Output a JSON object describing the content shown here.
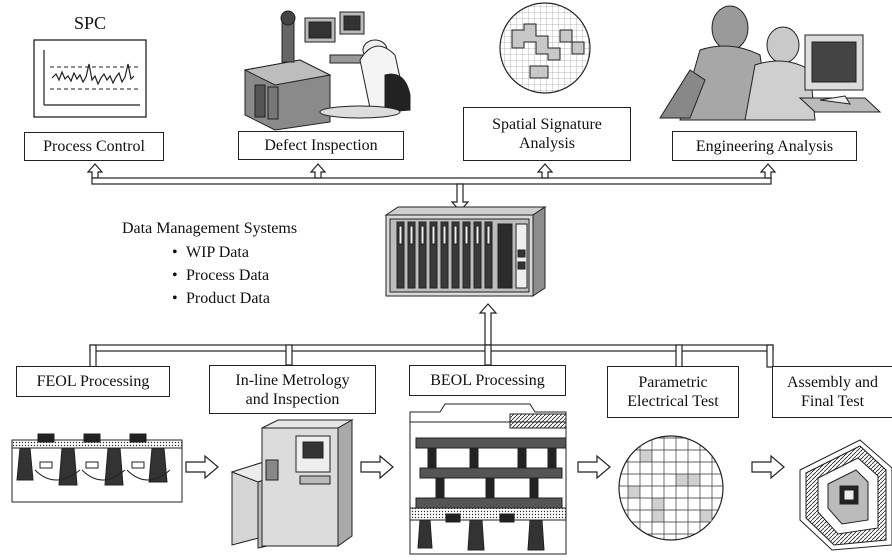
{
  "spc_label": "SPC",
  "top_boxes": {
    "process_control": "Process Control",
    "defect_inspection": "Defect Inspection",
    "spatial_line1": "Spatial Signature",
    "spatial_line2": "Analysis",
    "engineering_analysis": "Engineering Analysis"
  },
  "data_management": {
    "title": "Data Management Systems",
    "items": [
      "WIP Data",
      "Process Data",
      "Product Data"
    ]
  },
  "bottom_boxes": {
    "feol": "FEOL Processing",
    "metrology_line1": "In-line Metrology",
    "metrology_line2": "and Inspection",
    "beol": "BEOL Processing",
    "parametric_line1": "Parametric",
    "parametric_line2": "Electrical Test",
    "assembly_line1": "Assembly and",
    "assembly_line2": "Final Test"
  },
  "icons": [
    "spc-chart-icon",
    "inspection-workstation-icon",
    "wafer-map-icon",
    "engineers-computer-icon",
    "server-rack-icon",
    "feol-cross-section-icon",
    "metrology-tool-icon",
    "beol-cross-section-icon",
    "wafer-test-map-icon",
    "packaged-chip-icon",
    "flow-arrow-icon"
  ],
  "colors": {
    "line": "#222222",
    "fill": "#ffffff",
    "gray": "#9a9a9a",
    "dark": "#333333"
  }
}
